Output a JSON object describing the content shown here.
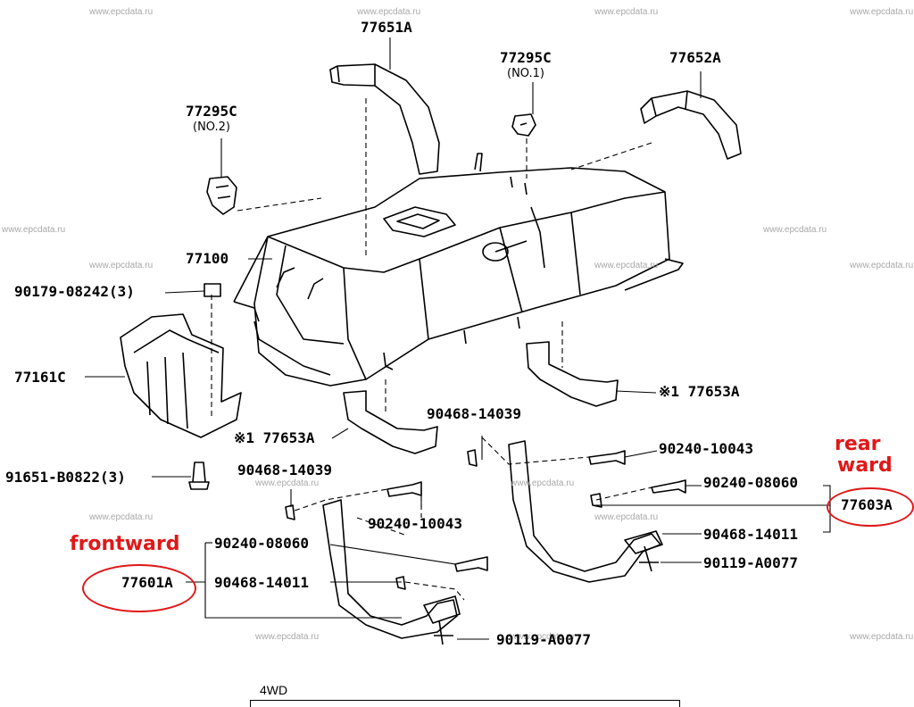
{
  "watermark": "www.epcdata.ru",
  "parts": {
    "p77651A": "77651A",
    "p77295C_1": "77295C",
    "p77295C_1_note": "(NO.1)",
    "p77652A": "77652A",
    "p77295C_2": "77295C",
    "p77295C_2_note": "(NO.2)",
    "p77100": "77100",
    "p90179": "90179-08242(3)",
    "p77161C": "77161C",
    "p91651": "91651-B0822(3)",
    "p77653A_a": "※1 77653A",
    "p77653A_b": "※1 77653A",
    "p90468_14039_a": "90468-14039",
    "p90240_10043_a": "90240-10043",
    "p90240_08060_a": "90240-08060",
    "p77603A": "77603A",
    "p90468_14011_a": "90468-14011",
    "p90119_a": "90119-A0077",
    "p90468_14039_b": "90468-14039",
    "p90240_10043_b": "90240-10043",
    "p90240_08060_b": "90240-08060",
    "p77601A": "77601A",
    "p90468_14011_b": "90468-14011",
    "p90119_b": "90119-A0077",
    "box_4wd": "4WD"
  },
  "annotations": {
    "rear_line1": "rear",
    "rear_line2": "ward",
    "front": "frontward",
    "color": "#e01818"
  }
}
